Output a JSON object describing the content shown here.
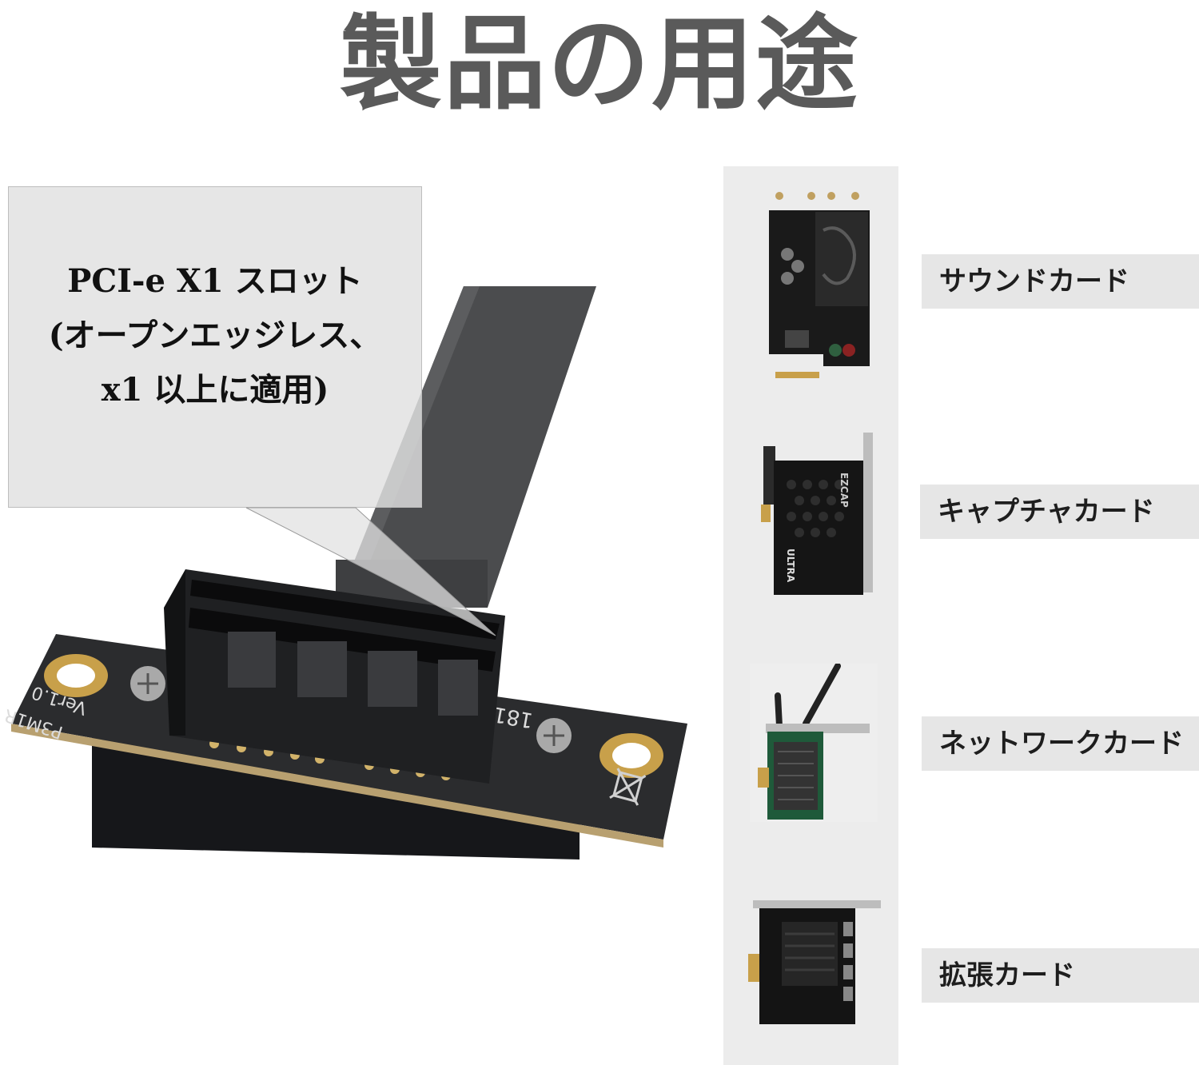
{
  "title": "製品の用途",
  "callout": {
    "lines": [
      "PCI-e X1 スロット",
      "(オープンエッジレス、",
      "x1 以上に適用)"
    ]
  },
  "product": {
    "pcb_model": "P3M1R",
    "pcb_version": "Ver1.0",
    "pcb_code": "181"
  },
  "uses": [
    {
      "label": "サウンドカード",
      "icon": "sound-card-photo"
    },
    {
      "label": "キャプチャカード",
      "icon": "capture-card-photo",
      "brand": "EZCAP",
      "model": "ULTRA"
    },
    {
      "label": "ネットワークカード",
      "icon": "network-card-photo"
    },
    {
      "label": "拡張カード",
      "icon": "expansion-card-photo"
    }
  ],
  "colors": {
    "title": "#5a5a5a",
    "callout_bg": "#e1e1e1",
    "label_bg": "#e6e6e6",
    "pcb": "#2b2c2e",
    "gold": "#c8a04a"
  }
}
